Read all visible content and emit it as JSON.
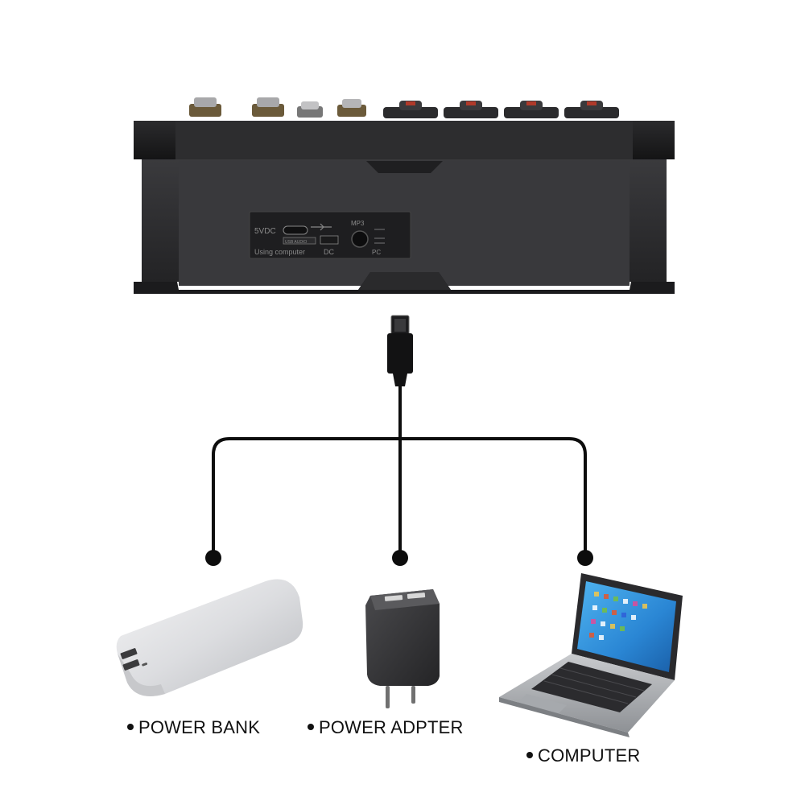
{
  "mixer": {
    "port_labels": {
      "input_label": "5VDC",
      "usb_audio_label": "USB AUDIO",
      "usage_label": "Using computer",
      "dc_label": "DC",
      "mp3_label": "MP3",
      "pc_label": "PC"
    }
  },
  "sources": [
    {
      "id": "power-bank",
      "label": "POWER BANK"
    },
    {
      "id": "power-adapter",
      "label": "POWER ADPTER"
    },
    {
      "id": "computer",
      "label": "COMPUTER"
    }
  ],
  "colors": {
    "mixer_body": "#2a2a2c",
    "mixer_top": "#1c1c1e",
    "cable": "#111111",
    "power_bank": "#d9dadc",
    "adapter": "#3a3a3c",
    "laptop_body": "#b8bbbf",
    "laptop_screen": "#2e8fd9"
  }
}
